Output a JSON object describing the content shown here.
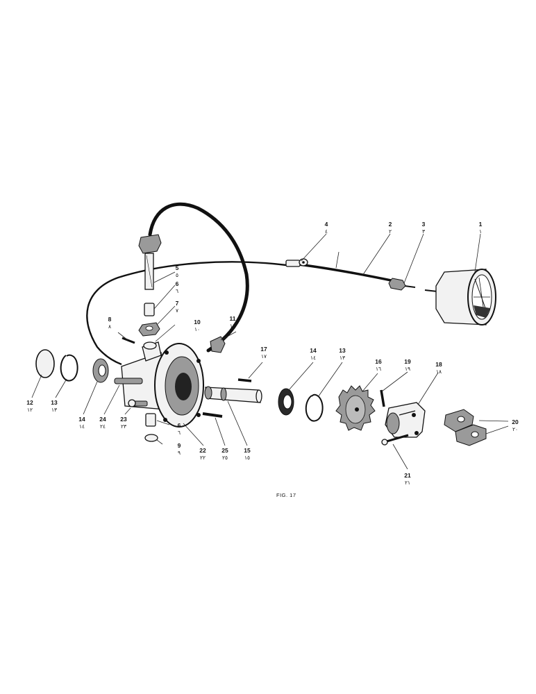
{
  "figure": {
    "caption": "FIG. 17",
    "callouts": [
      {
        "id": "c1",
        "num": "1",
        "ar": "١"
      },
      {
        "id": "c2",
        "num": "2",
        "ar": "٢"
      },
      {
        "id": "c3",
        "num": "3",
        "ar": "٣"
      },
      {
        "id": "c4",
        "num": "4",
        "ar": "٤"
      },
      {
        "id": "c5",
        "num": "5",
        "ar": "٥"
      },
      {
        "id": "c6a",
        "num": "6",
        "ar": "٦"
      },
      {
        "id": "c7",
        "num": "7",
        "ar": "٧"
      },
      {
        "id": "c8",
        "num": "8",
        "ar": "٨"
      },
      {
        "id": "c10",
        "num": "10",
        "ar": "١٠"
      },
      {
        "id": "c11",
        "num": "11",
        "ar": "١١"
      },
      {
        "id": "c17",
        "num": "17",
        "ar": "١٧"
      },
      {
        "id": "c14r",
        "num": "14",
        "ar": "١٤"
      },
      {
        "id": "c13r",
        "num": "13",
        "ar": "١٣"
      },
      {
        "id": "c16",
        "num": "16",
        "ar": "١٦"
      },
      {
        "id": "c19",
        "num": "19",
        "ar": "١٩"
      },
      {
        "id": "c18",
        "num": "18",
        "ar": "١٨"
      },
      {
        "id": "c12",
        "num": "12",
        "ar": "١٢"
      },
      {
        "id": "c13l",
        "num": "13",
        "ar": "١٣"
      },
      {
        "id": "c14l",
        "num": "14",
        "ar": "١٤"
      },
      {
        "id": "c24",
        "num": "24",
        "ar": "٢٤"
      },
      {
        "id": "c23",
        "num": "23",
        "ar": "٢٣"
      },
      {
        "id": "c6b",
        "num": "6",
        "ar": "٦"
      },
      {
        "id": "c9",
        "num": "9",
        "ar": "٩"
      },
      {
        "id": "c22",
        "num": "22",
        "ar": "٢٢"
      },
      {
        "id": "c25",
        "num": "25",
        "ar": "٢٥"
      },
      {
        "id": "c15",
        "num": "15",
        "ar": "١٥"
      },
      {
        "id": "c20",
        "num": "20",
        "ar": "٢٠"
      },
      {
        "id": "c21",
        "num": "21",
        "ar": "٢١"
      }
    ]
  }
}
